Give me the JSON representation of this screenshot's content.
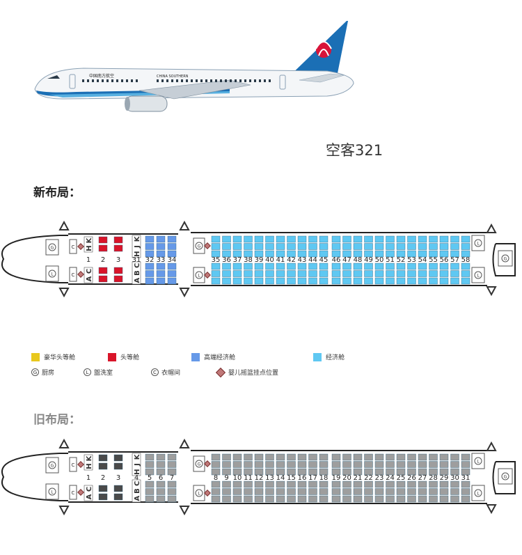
{
  "aircraft": {
    "model": "空客321",
    "fuselage_cn": "中国南方航空",
    "fuselage_en": "CHINA SOUTHERN"
  },
  "layouts": [
    {
      "title": "新布局：",
      "rows_label": [
        "1",
        "2",
        "3",
        "31",
        "32",
        "33",
        "34",
        "35",
        "36",
        "37",
        "38",
        "39",
        "40",
        "41",
        "42",
        "43",
        "44",
        "45",
        "46",
        "47",
        "48",
        "49",
        "50",
        "51",
        "52",
        "53",
        "54",
        "55",
        "56",
        "57",
        "58"
      ],
      "seat_letters_left": [
        "A",
        "C"
      ],
      "seat_letters_right": [
        "H",
        "K"
      ],
      "seat_letters_mid": [
        "A",
        "B",
        "C",
        "H",
        "J",
        "K"
      ]
    },
    {
      "title": "旧布局：",
      "rows_label": [
        "1",
        "2",
        "3",
        "4",
        "5",
        "6",
        "7",
        "8",
        "9",
        "10",
        "11",
        "12",
        "13",
        "14",
        "15",
        "16",
        "17",
        "18",
        "19",
        "20",
        "21",
        "22",
        "23",
        "24",
        "25",
        "26",
        "27",
        "28",
        "29",
        "30",
        "31"
      ],
      "seat_letters_left": [
        "A",
        "C"
      ],
      "seat_letters_right": [
        "H",
        "K"
      ],
      "seat_letters_mid": [
        "A",
        "B",
        "C",
        "H",
        "J",
        "K"
      ]
    }
  ],
  "legend": {
    "luxury_first": "豪华头等舱",
    "first": "头等舱",
    "premium_economy": "高端经济舱",
    "economy": "经济舱",
    "galley": "厨房",
    "lavatory": "盥洗室",
    "closet": "衣帽间",
    "bassinet": "婴儿摇篮挂点位置"
  },
  "symbols": {
    "galley": "G",
    "lavatory": "L",
    "closet": "C"
  },
  "colors": {
    "luxury_first": "#e8c81e",
    "first": "#d9152a",
    "premium_economy": "#6699e8",
    "economy": "#5fc8f2",
    "old_seat": "#9e9e9e",
    "old_first": "#4a4a4a"
  }
}
